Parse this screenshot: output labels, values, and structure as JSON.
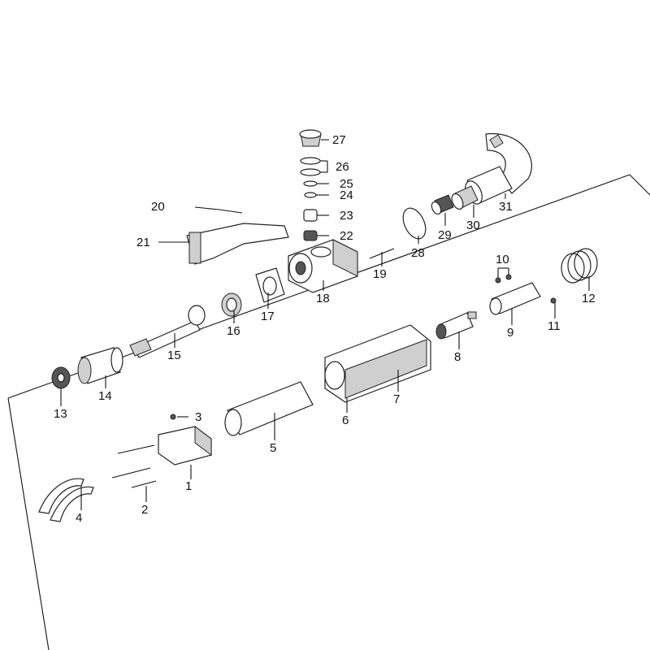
{
  "diagram": {
    "callouts": [
      "1",
      "2",
      "3",
      "4",
      "5",
      "6",
      "7",
      "8",
      "9",
      "10",
      "11",
      "12",
      "13",
      "14",
      "15",
      "16",
      "17",
      "18",
      "19",
      "20",
      "21",
      "22",
      "23",
      "24",
      "25",
      "26",
      "27",
      "28",
      "29",
      "30",
      "31"
    ]
  },
  "colors": {
    "ink": "#111111",
    "shade": "#cfcfcf",
    "dark": "#555555",
    "background": "#ffffff"
  }
}
